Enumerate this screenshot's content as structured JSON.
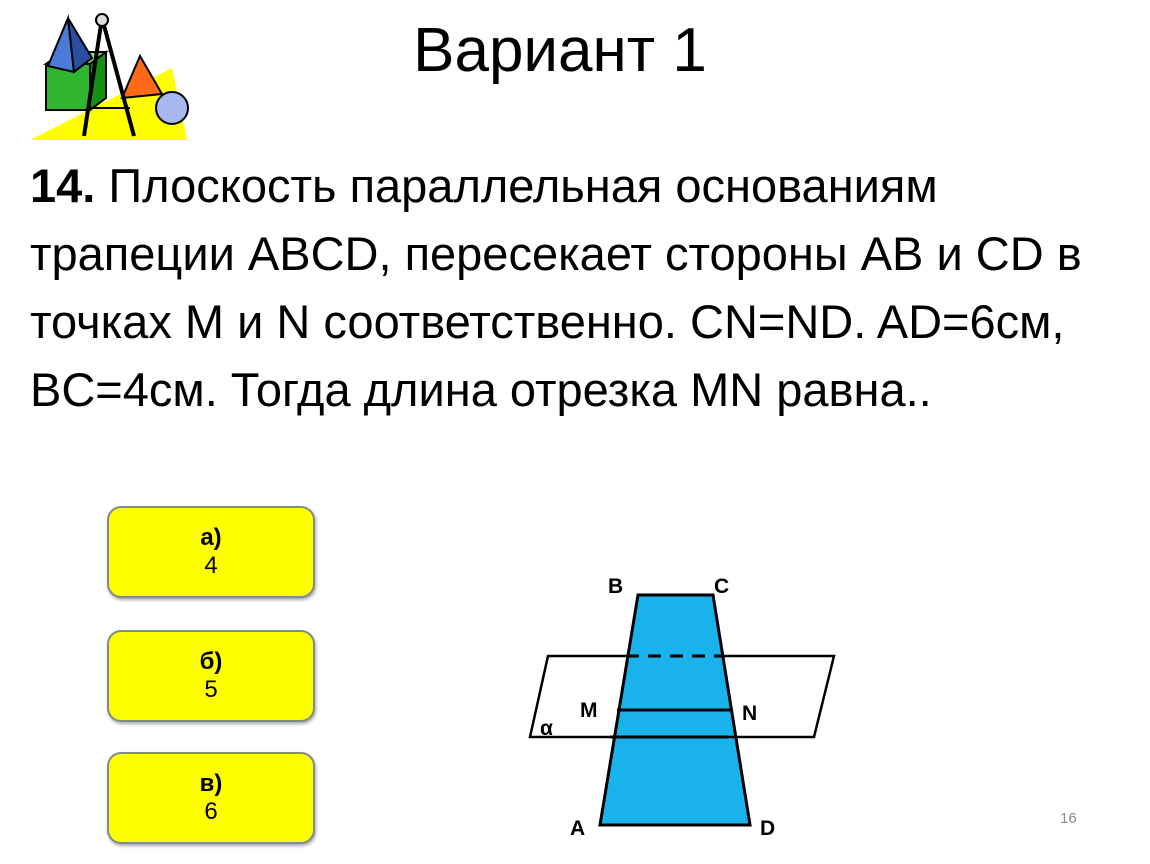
{
  "slide": {
    "title": "Вариант 1",
    "page_number": "16"
  },
  "question": {
    "number": "14.",
    "text": " Плоскость параллельная основаниям трапеции ABCD, пересекает стороны AB и CD в точках M и N соответственно. CN=ND. AD=6см, BC=4см. Тогда длина отрезка MN равна.."
  },
  "answers": [
    {
      "letter": "а)",
      "value": "4"
    },
    {
      "letter": "б)",
      "value": "5"
    },
    {
      "letter": "в)",
      "value": "6"
    }
  ],
  "diagram": {
    "labels": {
      "b": "B",
      "c": "C",
      "m": "M",
      "n": "N",
      "a": "A",
      "d": "D",
      "alpha": "α"
    },
    "colors": {
      "trapezoid_fill": "#1ab2ea",
      "stroke": "#000000"
    }
  },
  "logo": {
    "icon": "geometry-tools-icon"
  }
}
